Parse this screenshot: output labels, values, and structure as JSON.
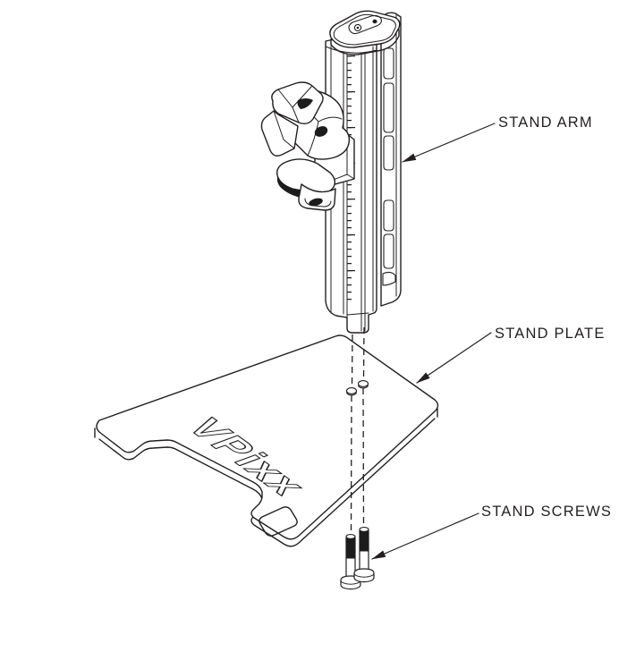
{
  "diagram": {
    "logo": "VPixx",
    "callouts": [
      {
        "id": "stand-arm",
        "label": "STAND ARM"
      },
      {
        "id": "stand-plate",
        "label": "STAND PLATE"
      },
      {
        "id": "stand-screws",
        "label": "STAND SCREWS"
      }
    ],
    "colors": {
      "line": "#231f20",
      "background": "#ffffff",
      "dark_fill": "#1c1c1c"
    }
  }
}
